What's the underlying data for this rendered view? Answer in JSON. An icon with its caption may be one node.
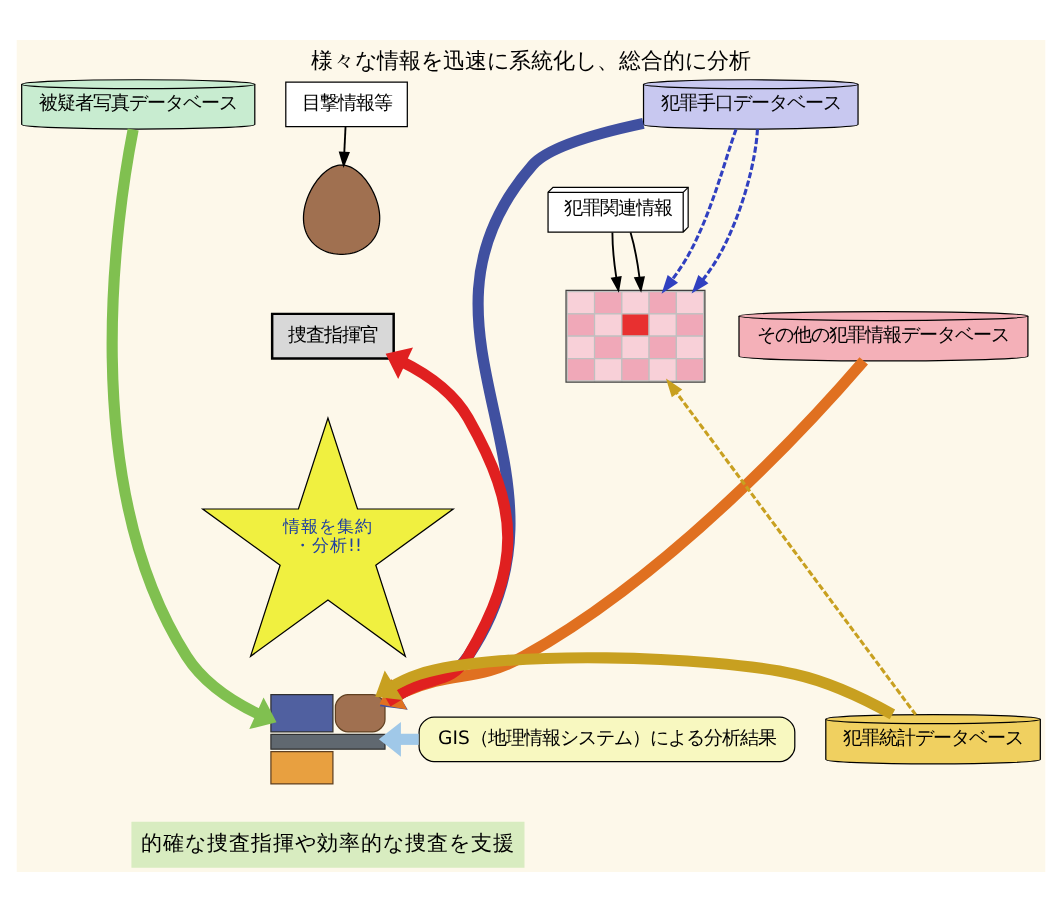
{
  "diagram": {
    "title": "様々な情報を迅速に系統化し、総合的に分析",
    "caption": "的確な捜査指揮や効率的な捜査を支援",
    "nodes": [
      {
        "text": [
          "目撃情報等"
        ]
      },
      {
        "text": [],
        "shape": "person"
      },
      {
        "text": [
          "捜査指揮官"
        ]
      },
      {
        "text": [
          "犯罪手口データベース"
        ]
      },
      {
        "text": [
          "被疑者写真データベース"
        ]
      },
      {
        "text": [
          "犯罪関連情報"
        ]
      },
      {
        "text": [],
        "shape": "picture"
      },
      {
        "text": [
          "その他の犯罪情報データベース"
        ]
      },
      {
        "text": [
          "情報を集約・分析!!"
        ]
      },
      {
        "text": [],
        "shape": "picture"
      },
      {
        "text": [
          "GIS（地理情報システム）による分析結果"
        ]
      },
      {
        "text": [
          "犯罪統計データベース"
        ]
      }
    ],
    "edges": [
      {
        "from": 0,
        "to": 1,
        "arrow": "to"
      },
      {
        "from": 9,
        "to": 2,
        "arrow": "to",
        "style": "thick",
        "color": "#e02020"
      },
      {
        "from": 3,
        "to": 9,
        "arrow": "to",
        "style": "thick",
        "color": "#4050a0"
      },
      {
        "from": 4,
        "to": 9,
        "arrow": "to",
        "style": "thick",
        "color": "#80c050"
      },
      {
        "from": 7,
        "to": 9,
        "arrow": "to",
        "style": "thick",
        "color": "#e07020"
      },
      {
        "from": 11,
        "to": 9,
        "arrow": "to",
        "style": "thick",
        "color": "#c8a020"
      },
      {
        "from": 10,
        "to": 9,
        "arrow": "to",
        "style": "thick",
        "color": "#a0c8e8"
      },
      {
        "from": 5,
        "to": 6,
        "arrow": "to"
      },
      {
        "from": 5,
        "to": 6,
        "arrow": "to"
      },
      {
        "from": 3,
        "to": 6,
        "arrow": "to",
        "style": "dashed",
        "color": "#3040c0"
      },
      {
        "from": 3,
        "to": 6,
        "arrow": "to",
        "style": "dashed",
        "color": "#3040c0"
      },
      {
        "from": 11,
        "to": 6,
        "arrow": "to",
        "style": "dashed",
        "color": "#c8a020"
      }
    ]
  }
}
